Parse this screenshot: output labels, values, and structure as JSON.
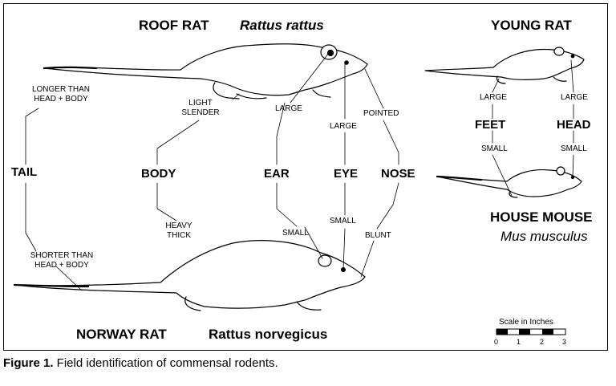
{
  "roof_rat": {
    "common": "ROOF RAT",
    "scientific": "Rattus rattus"
  },
  "norway_rat": {
    "common": "NORWAY RAT",
    "scientific": "Rattus norvegicus"
  },
  "young_rat": {
    "title": "YOUNG RAT"
  },
  "house_mouse": {
    "common": "HOUSE MOUSE",
    "scientific": "Mus musculus"
  },
  "features": {
    "tail": {
      "name": "TAIL",
      "top": "LONGER THAN\nHEAD + BODY",
      "bottom": "SHORTER THAN\nHEAD + BODY"
    },
    "body": {
      "name": "BODY",
      "top": "LIGHT\nSLENDER",
      "bottom": "HEAVY\nTHICK"
    },
    "ear": {
      "name": "EAR",
      "top": "LARGE",
      "bottom": "SMALL"
    },
    "eye": {
      "name": "EYE",
      "top": "LARGE",
      "bottom": "SMALL"
    },
    "nose": {
      "name": "NOSE",
      "top": "POINTED",
      "bottom": "BLUNT"
    },
    "feet": {
      "name": "FEET",
      "top": "LARGE",
      "bottom": "SMALL"
    },
    "head": {
      "name": "HEAD",
      "top": "LARGE",
      "bottom": "SMALL"
    }
  },
  "scale": {
    "title": "Scale in Inches",
    "ticks": [
      "0",
      "1",
      "2",
      "3"
    ]
  },
  "caption": {
    "label": "Figure 1.",
    "text": " Field identification of commensal rodents."
  }
}
